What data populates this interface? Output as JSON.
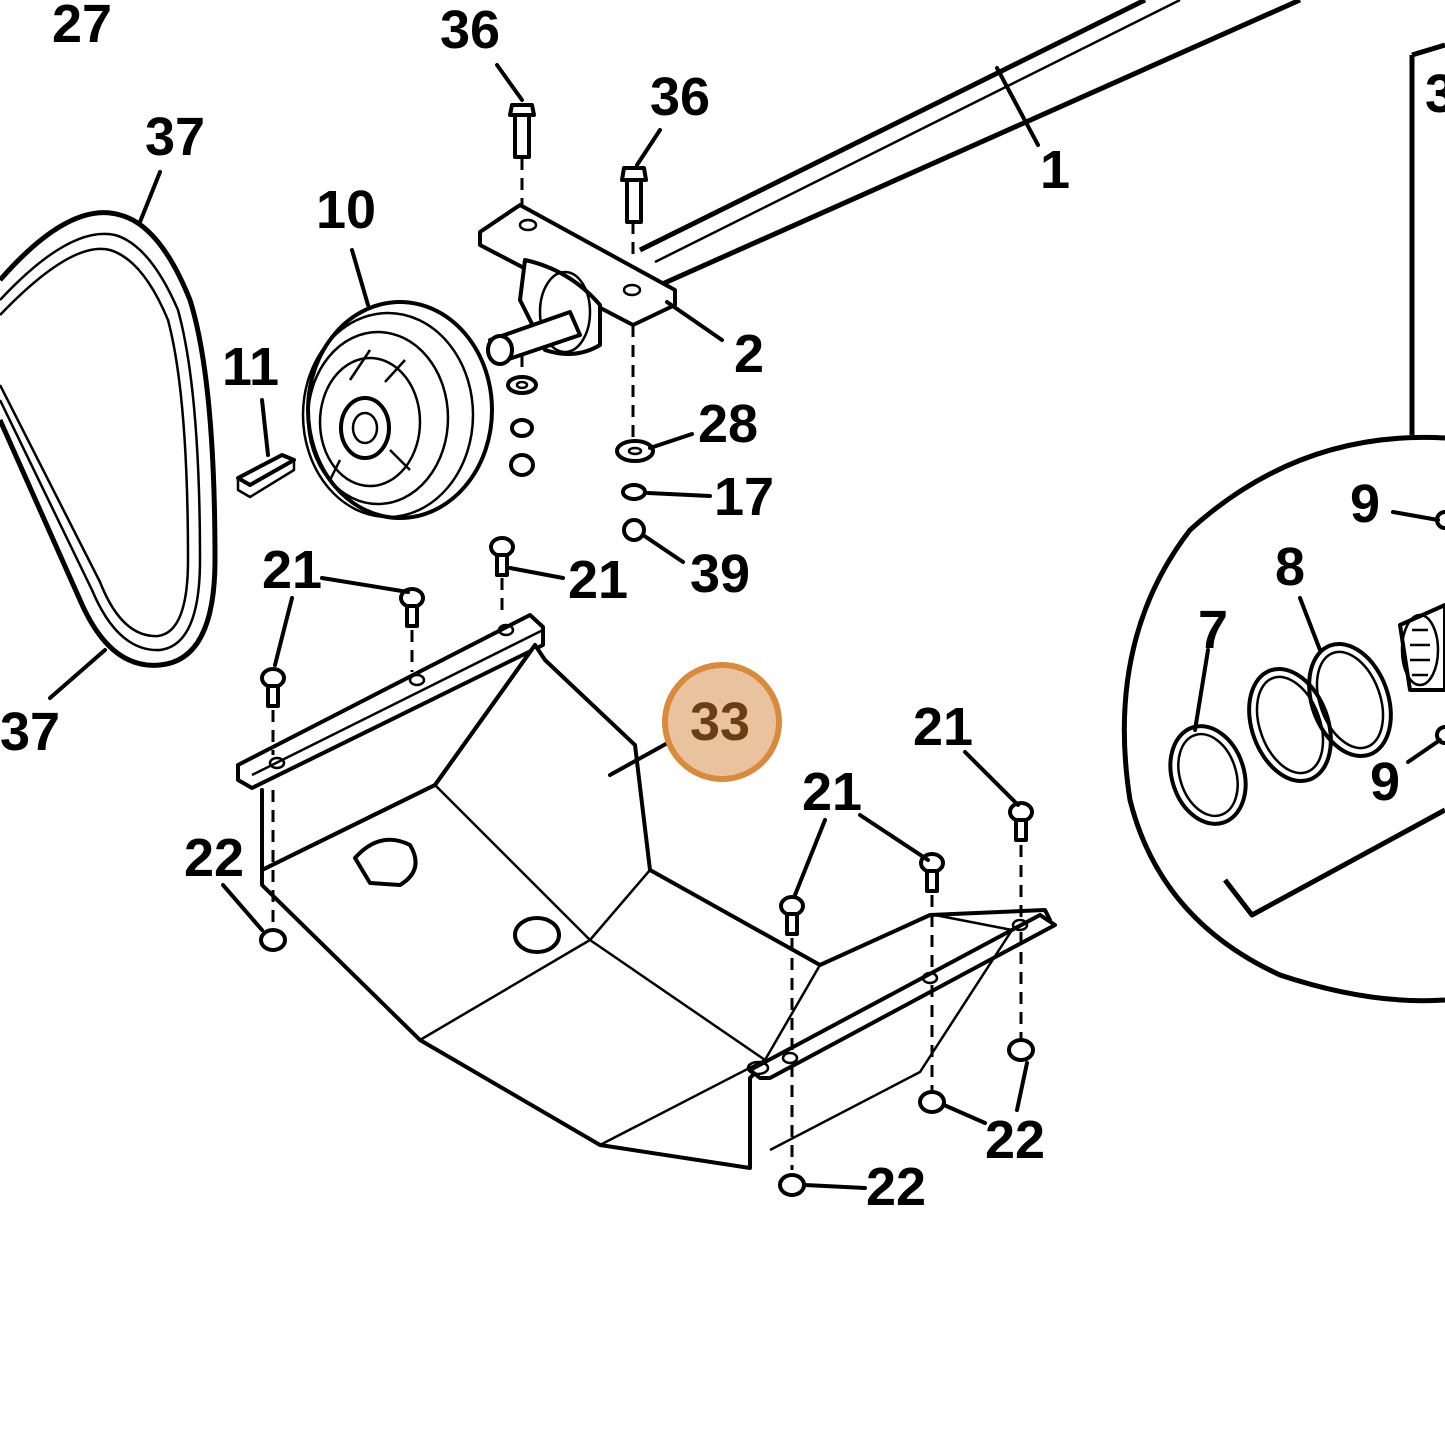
{
  "callouts": {
    "c27": "27",
    "c36a": "36",
    "c36b": "36",
    "c1": "1",
    "c37a": "37",
    "c37b": "37",
    "c10": "10",
    "c2": "2",
    "c11": "11",
    "c28": "28",
    "c17": "17",
    "c39": "39",
    "c21a": "21",
    "c21b": "21",
    "c21c": "21",
    "c21d": "21",
    "c22a": "22",
    "c22b": "22",
    "c22c": "22",
    "c33": "33",
    "c9a": "9",
    "c9b": "9",
    "c8": "8",
    "c7": "7",
    "c3partial": "3"
  },
  "highlight": {
    "callout": "33",
    "fill": "#e9c39e",
    "stroke": "#d98a3a"
  }
}
